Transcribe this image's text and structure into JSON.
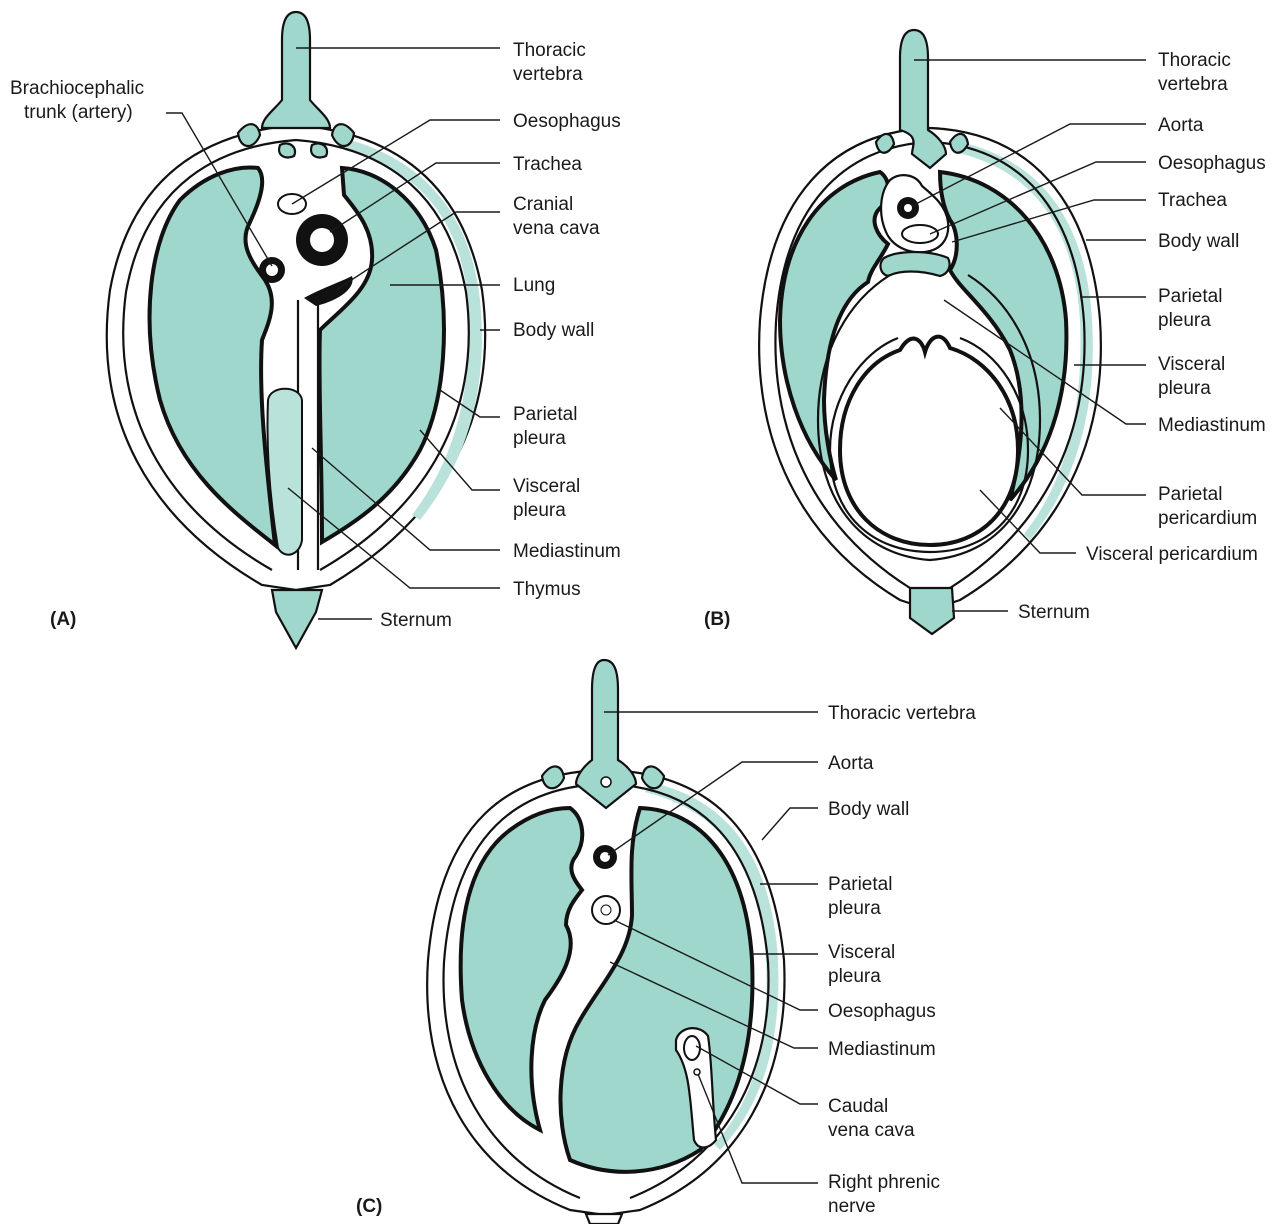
{
  "panels": {
    "a": {
      "tag": "(A)",
      "labels": {
        "thoracic_vertebra_1": "Thoracic",
        "thoracic_vertebra_2": "vertebra",
        "brachiocephalic_1": "Brachiocephalic",
        "brachiocephalic_2": "trunk (artery)",
        "oesophagus": "Oesophagus",
        "trachea": "Trachea",
        "cranial_vena_cava_1": "Cranial",
        "cranial_vena_cava_2": "vena cava",
        "lung": "Lung",
        "body_wall": "Body wall",
        "parietal_pleura_1": "Parietal",
        "parietal_pleura_2": "pleura",
        "visceral_pleura_1": "Visceral",
        "visceral_pleura_2": "pleura",
        "mediastinum": "Mediastinum",
        "thymus": "Thymus",
        "sternum": "Sternum"
      }
    },
    "b": {
      "tag": "(B)",
      "labels": {
        "thoracic_vertebra_1": "Thoracic",
        "thoracic_vertebra_2": "vertebra",
        "aorta": "Aorta",
        "oesophagus": "Oesophagus",
        "trachea": "Trachea",
        "body_wall": "Body wall",
        "parietal_pleura_1": "Parietal",
        "parietal_pleura_2": "pleura",
        "visceral_pleura_1": "Visceral",
        "visceral_pleura_2": "pleura",
        "mediastinum": "Mediastinum",
        "parietal_pericardium_1": "Parietal",
        "parietal_pericardium_2": "pericardium",
        "visceral_pericardium": "Visceral pericardium",
        "sternum": "Sternum"
      }
    },
    "c": {
      "tag": "(C)",
      "labels": {
        "thoracic_vertebra": "Thoracic vertebra",
        "aorta": "Aorta",
        "body_wall": "Body wall",
        "parietal_pleura_1": "Parietal",
        "parietal_pleura_2": "pleura",
        "visceral_pleura_1": "Visceral",
        "visceral_pleura_2": "pleura",
        "oesophagus": "Oesophagus",
        "mediastinum": "Mediastinum",
        "caudal_vena_cava_1": "Caudal",
        "caudal_vena_cava_2": "vena cava",
        "right_phrenic_nerve_1": "Right phrenic",
        "right_phrenic_nerve_2": "nerve"
      }
    }
  },
  "colors": {
    "tissue_fill": "#9fd7cc",
    "outline": "#111111",
    "background": "#ffffff"
  }
}
